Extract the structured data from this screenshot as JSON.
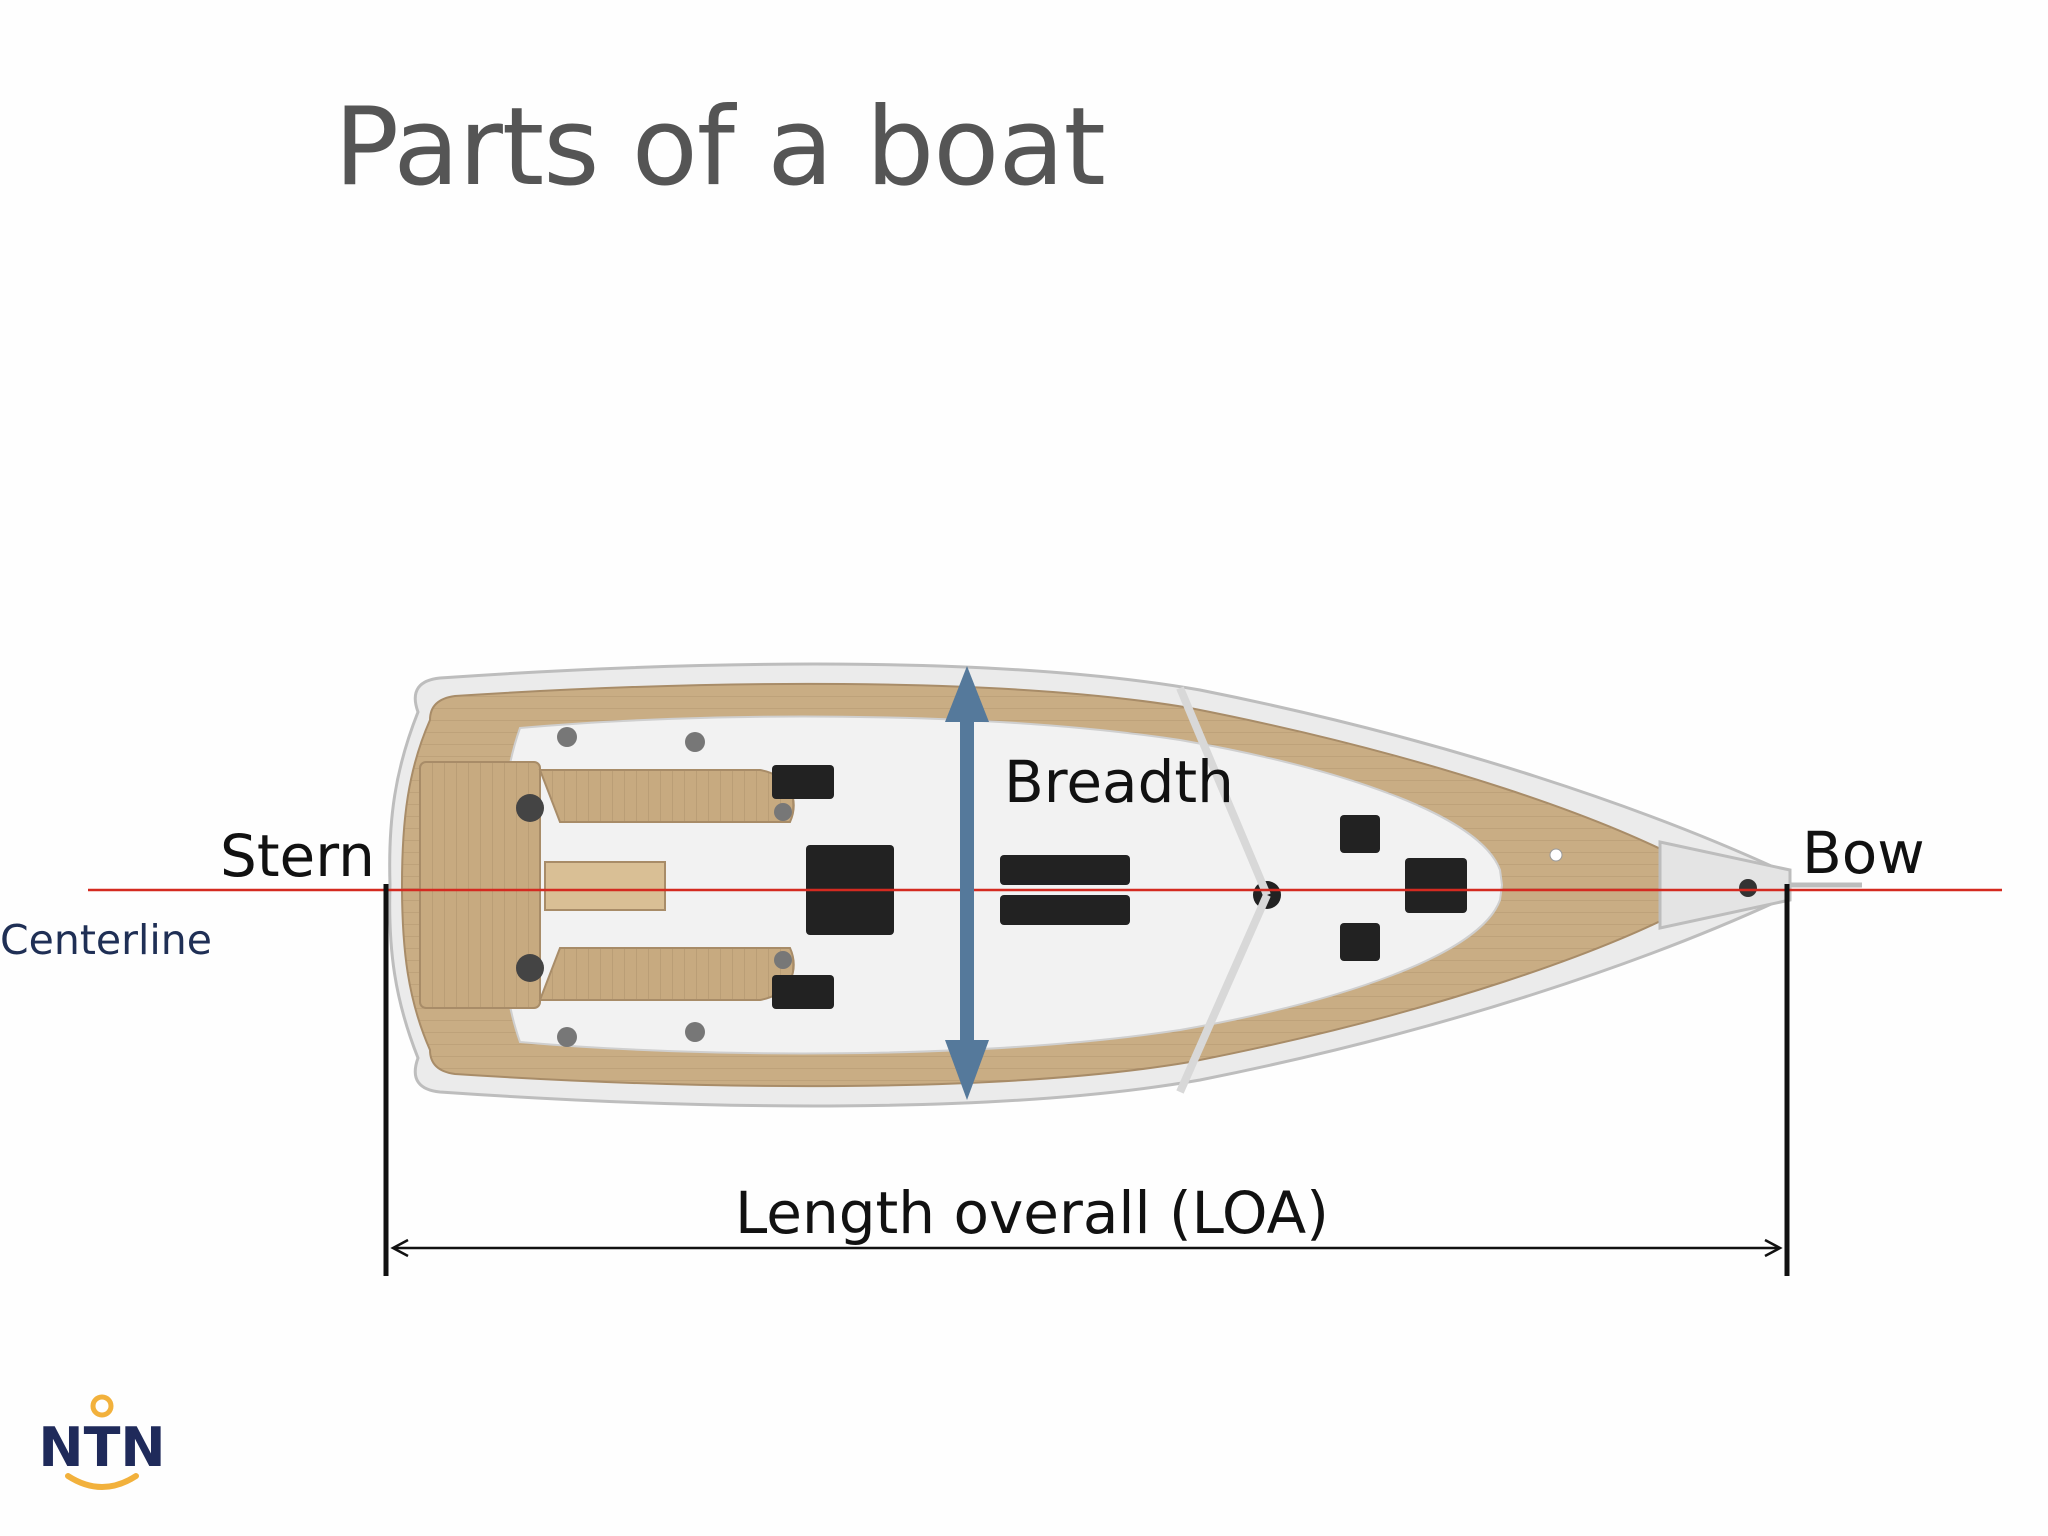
{
  "slide": {
    "title": "Parts of a boat"
  },
  "labels": {
    "stern": "Stern",
    "bow": "Bow",
    "breadth": "Breadth",
    "centerline": "Centerline",
    "loa": "Length overall (LOA)"
  },
  "logo": {
    "text": "NTN",
    "primary_color": "#1f2a5a",
    "accent_color": "#f2b13c"
  },
  "colors": {
    "centerline": "#d42a20",
    "breadth_arrow": "#55799b",
    "deck_teak": "#c9ad84",
    "hull_white": "#f1f1f1",
    "dimension_line": "#111111",
    "title": "#555555"
  }
}
